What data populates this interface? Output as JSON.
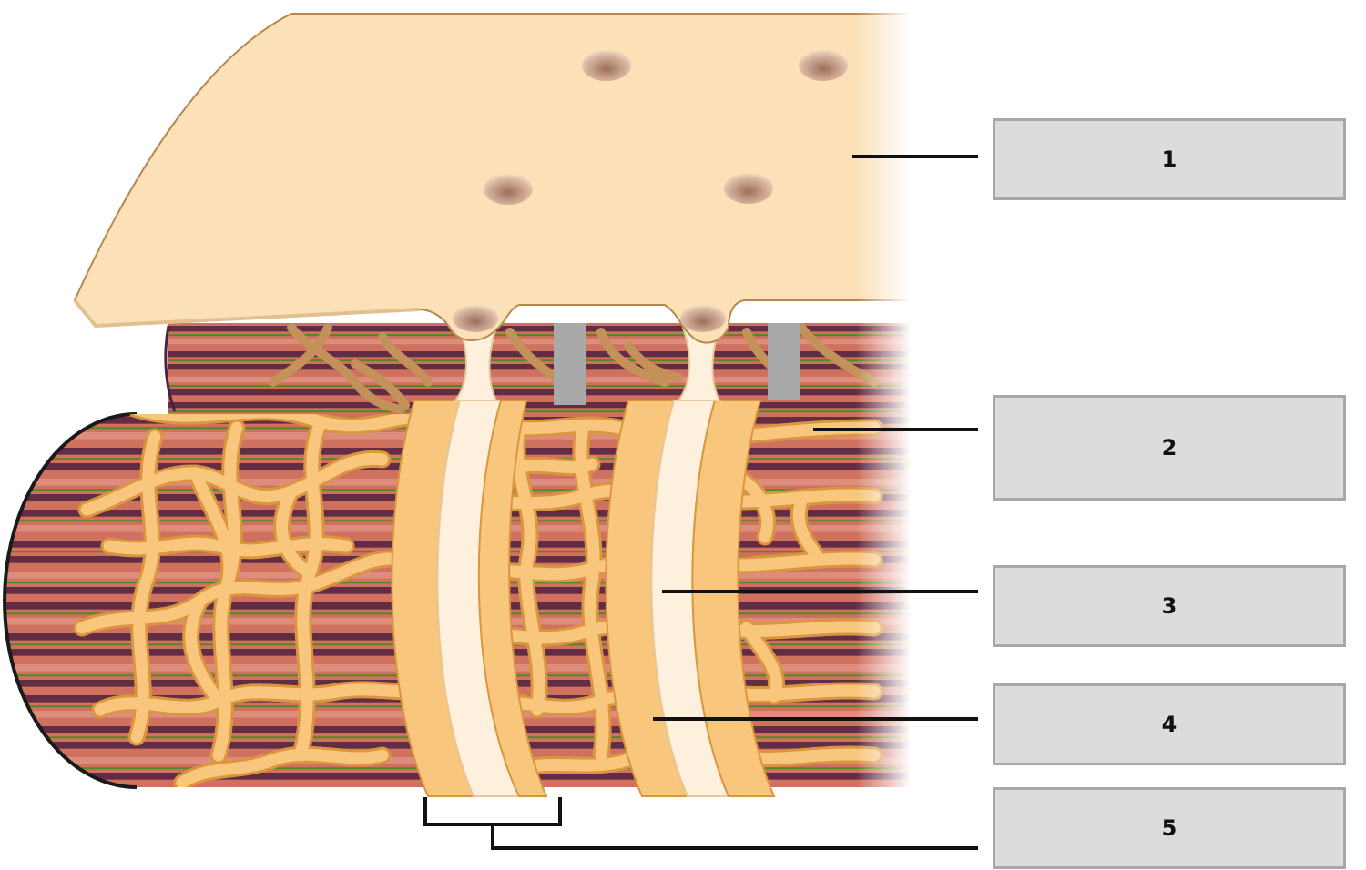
{
  "labels": [
    {
      "id": "1",
      "text": "1"
    },
    {
      "id": "2",
      "text": "2"
    },
    {
      "id": "3",
      "text": "3"
    },
    {
      "id": "4",
      "text": "4"
    },
    {
      "id": "5",
      "text": "5"
    }
  ],
  "colors": {
    "bone": "#fbe0b8",
    "bone_edge": "#b8874d",
    "muscle": "#d0705e",
    "muscle_dark": "#4e2040",
    "fibers": "#4f8a20",
    "network": "#f9c67d",
    "network_edge": "#d9963f",
    "tubule_gray": "#a9a9a9",
    "label_box": "#dcdcdc",
    "label_border": "#a8a8a8"
  }
}
